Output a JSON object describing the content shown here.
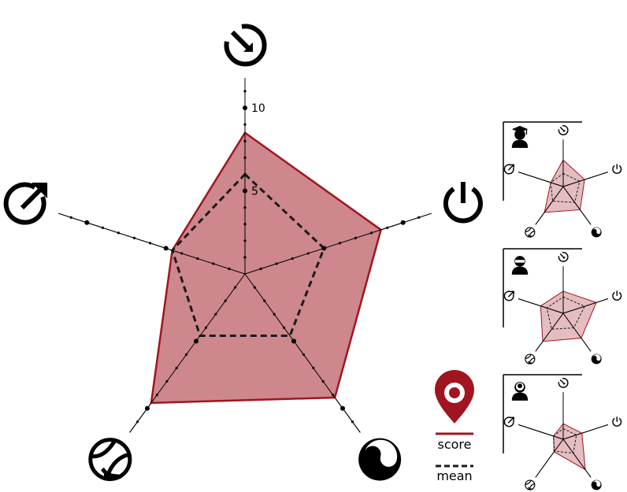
{
  "colors": {
    "fill": "#cd878d",
    "stroke": "#a0151f",
    "axis": "#000000",
    "mean": "#1a1a1a"
  },
  "legend": {
    "score_label": "score",
    "mean_label": "mean",
    "marker_icon": "location-pin-icon"
  },
  "axis_icons": [
    "timer-icon",
    "power-icon",
    "yin-yang-icon",
    "ball-icon",
    "external-arrow-icon"
  ],
  "chart_data": [
    {
      "type": "radar",
      "axes": [
        "",
        "",
        "",
        "",
        ""
      ],
      "axis_icons": [
        "timer-icon",
        "power-icon",
        "yin-yang-icon",
        "ball-icon",
        "external-arrow-icon"
      ],
      "r_ticks": [
        "5",
        "10"
      ],
      "rlim": [
        0,
        10
      ],
      "series": [
        {
          "values": [
            8.5,
            8.6,
            9.2,
            9.6,
            4.6
          ]
        },
        {
          "values": [
            6.0,
            5.0,
            4.6,
            4.6,
            4.6
          ]
        }
      ]
    },
    {
      "type": "radar",
      "profile_icon": "graduate-person-icon",
      "rlim": [
        0,
        10
      ],
      "series": [
        {
          "values": [
            6.5,
            5.5,
            7.0,
            7.8,
            3.2
          ]
        },
        {
          "values": [
            3.2,
            4.2,
            4.8,
            4.4,
            3.2
          ]
        }
      ]
    },
    {
      "type": "radar",
      "profile_icon": "ninja-person-icon",
      "rlim": [
        0,
        10
      ],
      "series": [
        {
          "values": [
            5.4,
            8.5,
            7.5,
            8.5,
            5.8
          ]
        },
        {
          "values": [
            4.0,
            5.5,
            4.4,
            4.8,
            4.2
          ]
        }
      ]
    },
    {
      "type": "radar",
      "profile_icon": "lightbulb-person-icon",
      "rlim": [
        0,
        10
      ],
      "series": [
        {
          "values": [
            3.8,
            4.8,
            9.2,
            3.8,
            2.5
          ]
        },
        {
          "values": [
            2.6,
            3.4,
            4.2,
            3.6,
            2.5
          ]
        }
      ]
    }
  ]
}
